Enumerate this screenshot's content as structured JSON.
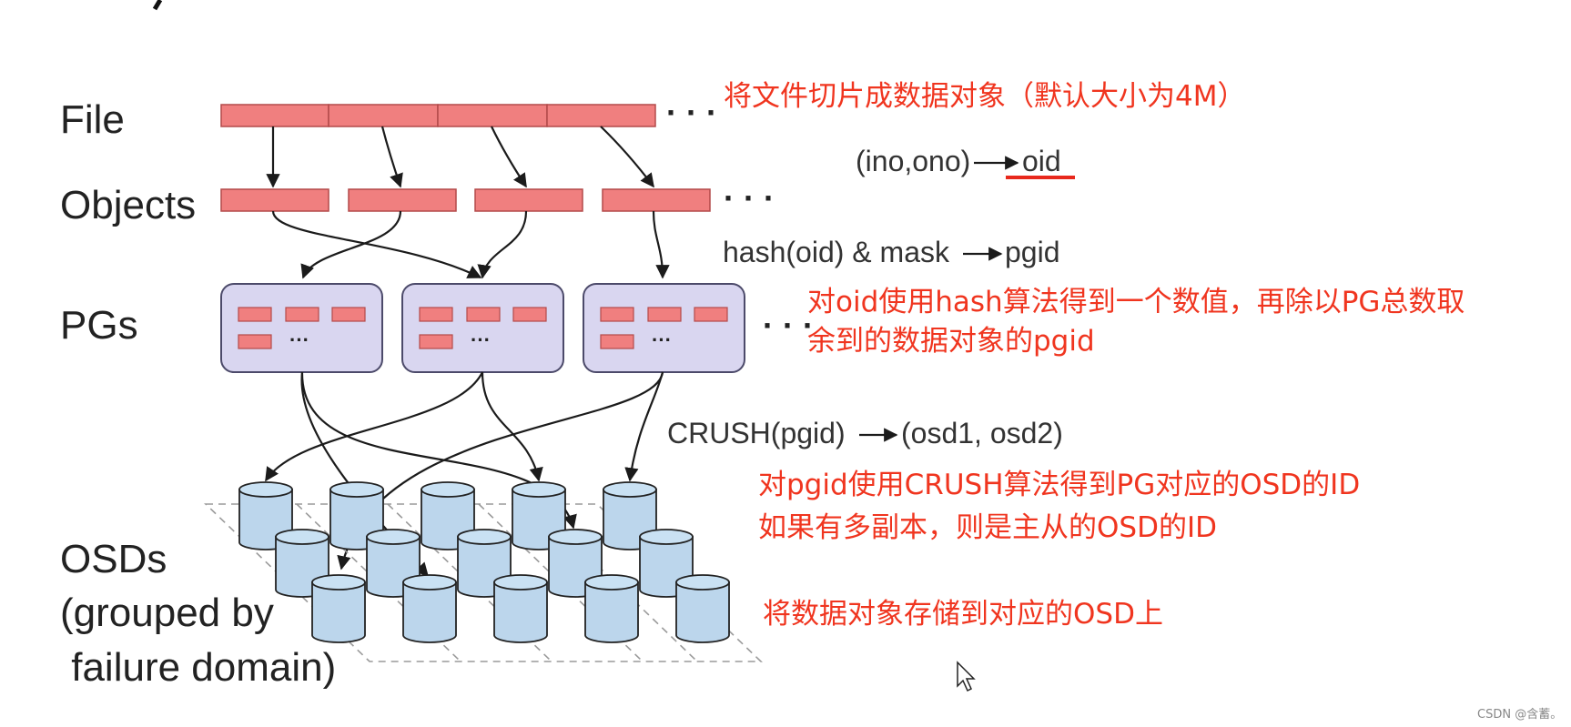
{
  "layers": {
    "file": "File",
    "objects": "Objects",
    "pgs": "PGs",
    "osds_line1": "OSDs",
    "osds_line2": "(grouped by",
    "osds_line3": " failure domain)"
  },
  "formulas": {
    "ino_ono": "(ino,ono)",
    "oid": "oid",
    "hash": "hash(oid) & mask",
    "pgid": "pgid",
    "crush": "CRUSH(pgid)",
    "osd_pair": "(osd1, osd2)"
  },
  "notes": {
    "slice": "将文件切片成数据对象（默认大小为4M）",
    "hash_line1": "对oid使用hash算法得到一个数值，再除以PG总数取",
    "hash_line2": "余到的数据对象的pgid",
    "crush_line1": "对pgid使用CRUSH算法得到PG对应的OSD的ID",
    "crush_line2": "如果有多副本，则是主从的OSD的ID",
    "store": "将数据对象存储到对应的OSD上"
  },
  "ellipsis": "· · ·",
  "pg_slot_ellipsis": "···",
  "watermark": "CSDN @含蓄。",
  "colors": {
    "note_red": "#f0351f",
    "object_fill": "#f07f7f",
    "pg_fill": "#d9d6f0",
    "osd_fill": "#bcd6ec"
  },
  "icons": {
    "cursor": "mouse-pointer-icon"
  }
}
